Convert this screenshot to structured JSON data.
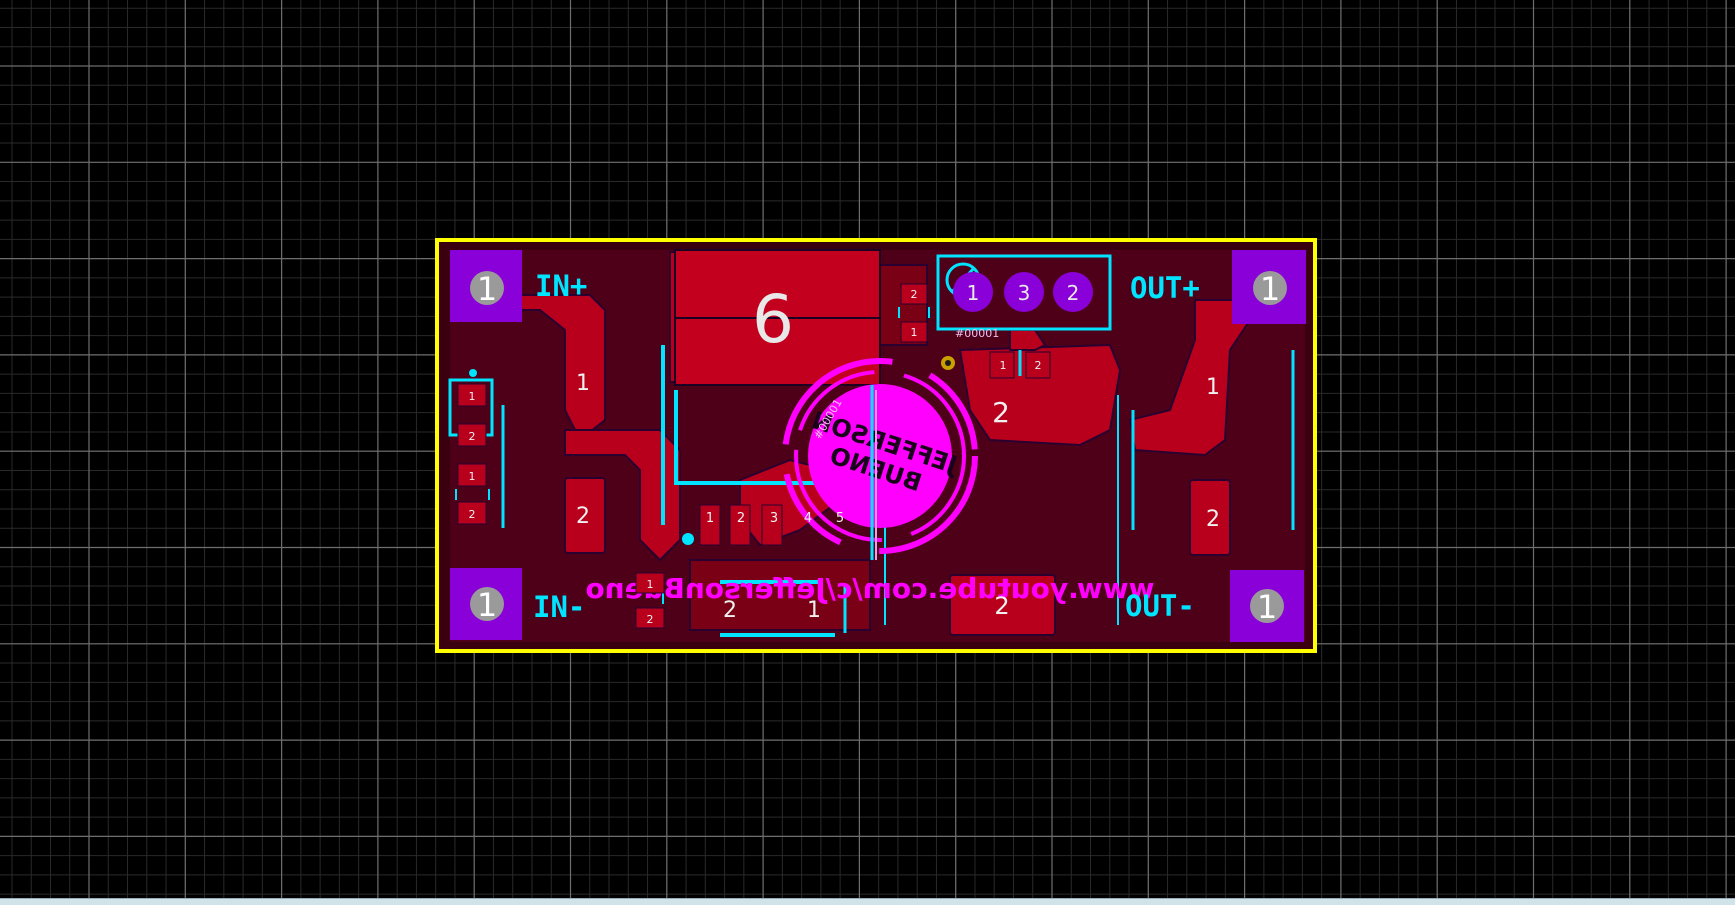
{
  "colors": {
    "background": "#000000",
    "grid_major": "#6e6e6e",
    "grid_minor": "#2a2a2a",
    "board_outline": "#ffff00",
    "copper": "#b8001c",
    "copper_dark": "#5a0018",
    "silkscreen": "#00e5ff",
    "pad": "#8a00d8",
    "drill": "#9a9a9a",
    "bottom_silk": "#ff00ff"
  },
  "board": {
    "labels": {
      "in_plus": "IN+",
      "in_minus": "IN-",
      "out_plus": "OUT+",
      "out_minus": "OUT-"
    },
    "bottom_text": "www.youtube.com/c/JeffersonBueno",
    "logo_line1": "JEFFERSON",
    "logo_line2": "BUENO",
    "designator_left": "#00001",
    "designator_top": "#00001",
    "mounting_pad_number": "1",
    "inductor_pin": "6",
    "ic_pins": [
      "1",
      "2",
      "3",
      "4",
      "5"
    ],
    "pot_pins": [
      "1",
      "3",
      "2"
    ],
    "pad_labels": {
      "left_cap_1": "1",
      "left_cap_2": "2",
      "right_cap_1": "1",
      "right_cap_2": "2",
      "diode_2": "2",
      "diode_1": "1",
      "bottom_diode_2": "2",
      "bottom_diode_1": "1",
      "mid_pad_2": "2",
      "res_a_1": "1",
      "res_a_2": "2",
      "res_b_1": "1",
      "res_b_2": "2",
      "res_c_1": "1",
      "res_c_2": "2",
      "res_d_2": "2",
      "res_d_1": "1",
      "res_e_1": "1",
      "res_e_2": "2"
    }
  }
}
